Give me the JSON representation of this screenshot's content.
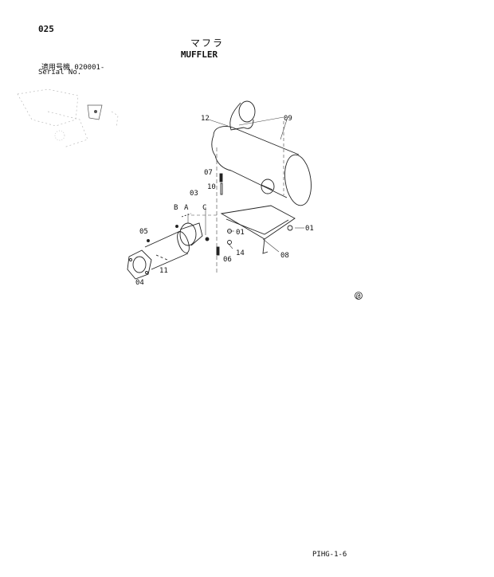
{
  "header": {
    "page_number": "025",
    "title_jp": "マフラ",
    "title_en": "MUFFLER",
    "serial_jp": "適用号機  020001-",
    "serial_en": "Serial No."
  },
  "diagram": {
    "callouts": [
      "12",
      "09",
      "07",
      "10",
      "03",
      "B",
      "A",
      "C",
      "01",
      "05",
      "01",
      "14",
      "06",
      "08",
      "04",
      "11"
    ],
    "symbol": "@"
  },
  "footer": {
    "code": "PIHG-1-6"
  }
}
